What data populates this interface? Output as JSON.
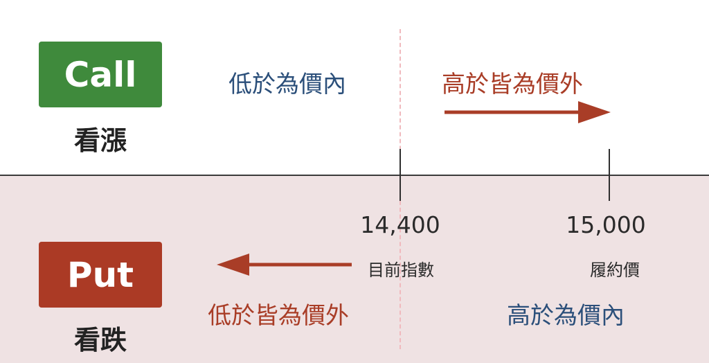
{
  "call": {
    "badge": "Call",
    "caption": "看漲",
    "left_zone": "低於為價內",
    "right_zone": "高於皆為價外"
  },
  "put": {
    "badge": "Put",
    "caption": "看跌",
    "left_zone": "低於皆為價外",
    "right_zone": "高於為價內"
  },
  "axis": {
    "current_value": "14,400",
    "current_label": "目前指數",
    "strike_value": "15,000",
    "strike_label": "履約價"
  },
  "colors": {
    "call_green": "#3f8a3c",
    "put_red": "#ab3a25",
    "in_the_money_blue": "#2b4f7a",
    "out_of_money_red": "#a93d27",
    "bottom_background": "#efe2e3"
  }
}
